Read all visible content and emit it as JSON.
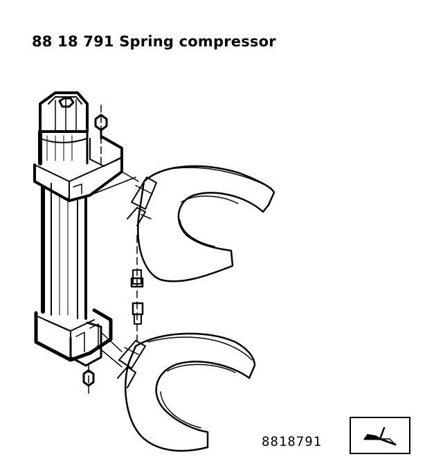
{
  "title": "88 18 791 Spring compressor",
  "part_number_label": "8818791",
  "icons": {
    "tool_drawing": "spring-compressor-drawing",
    "view_orientation": "view-orientation-icon"
  },
  "colors": {
    "line": "#000000",
    "background": "#ffffff"
  }
}
